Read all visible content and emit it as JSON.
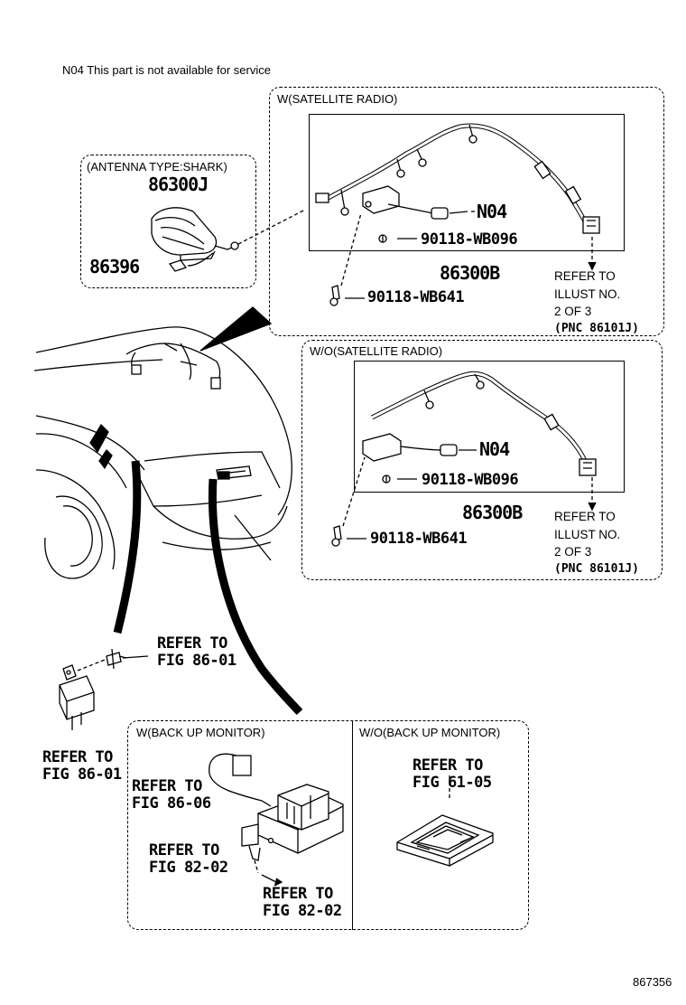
{
  "note": "N04 This part is not available for service",
  "sections": {
    "sat_radio": "W(SATELLITE RADIO)",
    "no_sat_radio": "W/O(SATELLITE RADIO)",
    "antenna": "(ANTENNA TYPE:SHARK)",
    "backup_monitor": "W(BACK UP MONITOR)",
    "no_backup_monitor": "W/O(BACK UP MONITOR)"
  },
  "parts": {
    "antenna_86300J": "86300J",
    "pad_86396": "86396",
    "n04_top": "N04",
    "screw_wb096_top": "90118-WB096",
    "harness_86300B_top": "86300B",
    "screw_wb641_top": "90118-WB641",
    "n04_bottom": "N04",
    "screw_wb096_bottom": "90118-WB096",
    "harness_86300B_bottom": "86300B",
    "screw_wb641_bottom": "90118-WB641"
  },
  "refs": {
    "illust_top": [
      "REFER TO",
      "ILLUST NO.",
      "2 OF 3",
      "(PNC 86101J)"
    ],
    "illust_bottom": [
      "REFER TO",
      "ILLUST NO.",
      "2 OF 3",
      "(PNC 86101J)"
    ],
    "fig_86_01_bolt": [
      "REFER TO",
      "FIG 86-01"
    ],
    "fig_86_01_relay": [
      "REFER TO",
      "FIG 86-01"
    ],
    "fig_86_06": [
      "REFER TO",
      "FIG 86-06"
    ],
    "fig_82_02_a": [
      "REFER TO",
      "FIG 82-02"
    ],
    "fig_82_02_b": [
      "REFER TO",
      "FIG 82-02"
    ],
    "fig_61_05": [
      "REFER TO",
      "FIG 61-05"
    ]
  },
  "illustration_id": "867356",
  "icons": [
    "shark-fin-antenna-icon",
    "antenna-pad-icon",
    "wire-harness-icon",
    "screw-icon",
    "amplifier-icon",
    "vehicle-rear-icon",
    "relay-icon",
    "bolt-icon",
    "backup-camera-icon",
    "camera-cover-icon"
  ]
}
